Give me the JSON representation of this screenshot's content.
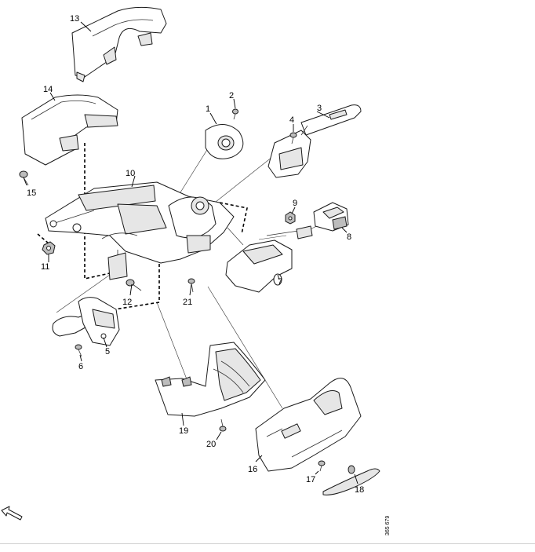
{
  "diagram": {
    "reference_code": "365 679",
    "callouts": {
      "c1": "1",
      "c2": "2",
      "c3": "3",
      "c4": "4",
      "c5": "5",
      "c6": "6",
      "c7": "7",
      "c8": "8",
      "c9": "9",
      "c10": "10",
      "c11": "11",
      "c12": "12",
      "c13": "13",
      "c14": "14",
      "c15": "15",
      "c16": "16",
      "c17": "17",
      "c18": "18",
      "c19": "19",
      "c20": "20",
      "c21": "21"
    },
    "icons": {
      "front": "direction-arrow-icon"
    }
  }
}
